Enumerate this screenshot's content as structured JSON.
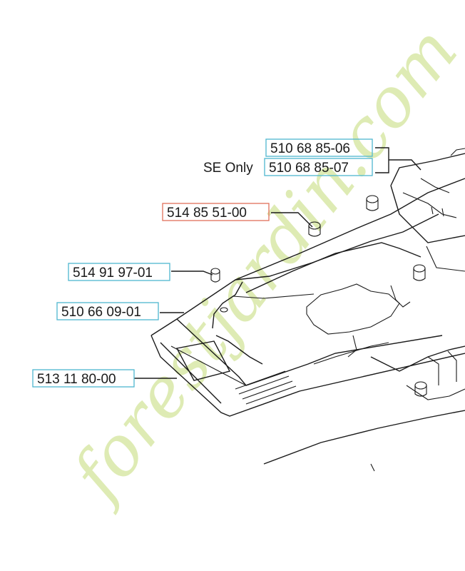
{
  "parts": [
    {
      "id": "p1",
      "number": "510 68 85-06",
      "box": "blue"
    },
    {
      "id": "p2",
      "number": "510 68 85-07",
      "box": "blue",
      "prefix": "SE Only"
    },
    {
      "id": "p3",
      "number": "514 85 51-00",
      "box": "red"
    },
    {
      "id": "p4",
      "number": "514 91 97-01",
      "box": "blue"
    },
    {
      "id": "p5",
      "number": "510 66 09-01",
      "box": "blue"
    },
    {
      "id": "p6",
      "number": "513 11 80-00",
      "box": "blue"
    }
  ],
  "watermark": {
    "text": "forestjardin.com",
    "colors": {
      "green": "#d9e8a8",
      "orange": "#f5c38a",
      "grey": "#d8d2ca"
    }
  },
  "colors": {
    "blue_box": "#4fb7cf",
    "red_box": "#e0705a",
    "line": "#1a1a1a"
  }
}
